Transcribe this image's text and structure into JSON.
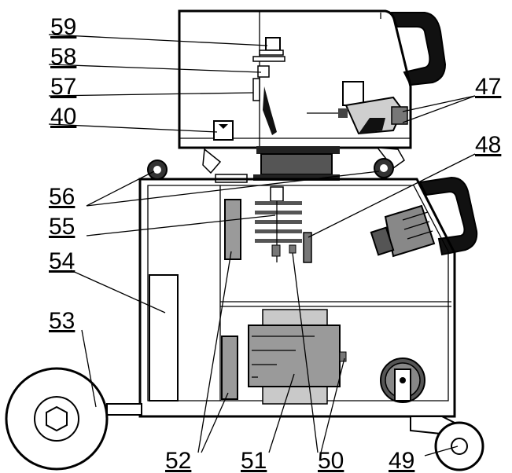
{
  "part_labels": {
    "p59": "59",
    "p58": "58",
    "p57": "57",
    "p40": "40",
    "p47": "47",
    "p48": "48",
    "p56": "56",
    "p55": "55",
    "p54": "54",
    "p53": "53",
    "p52": "52",
    "p51": "51",
    "p50": "50",
    "p49": "49"
  }
}
